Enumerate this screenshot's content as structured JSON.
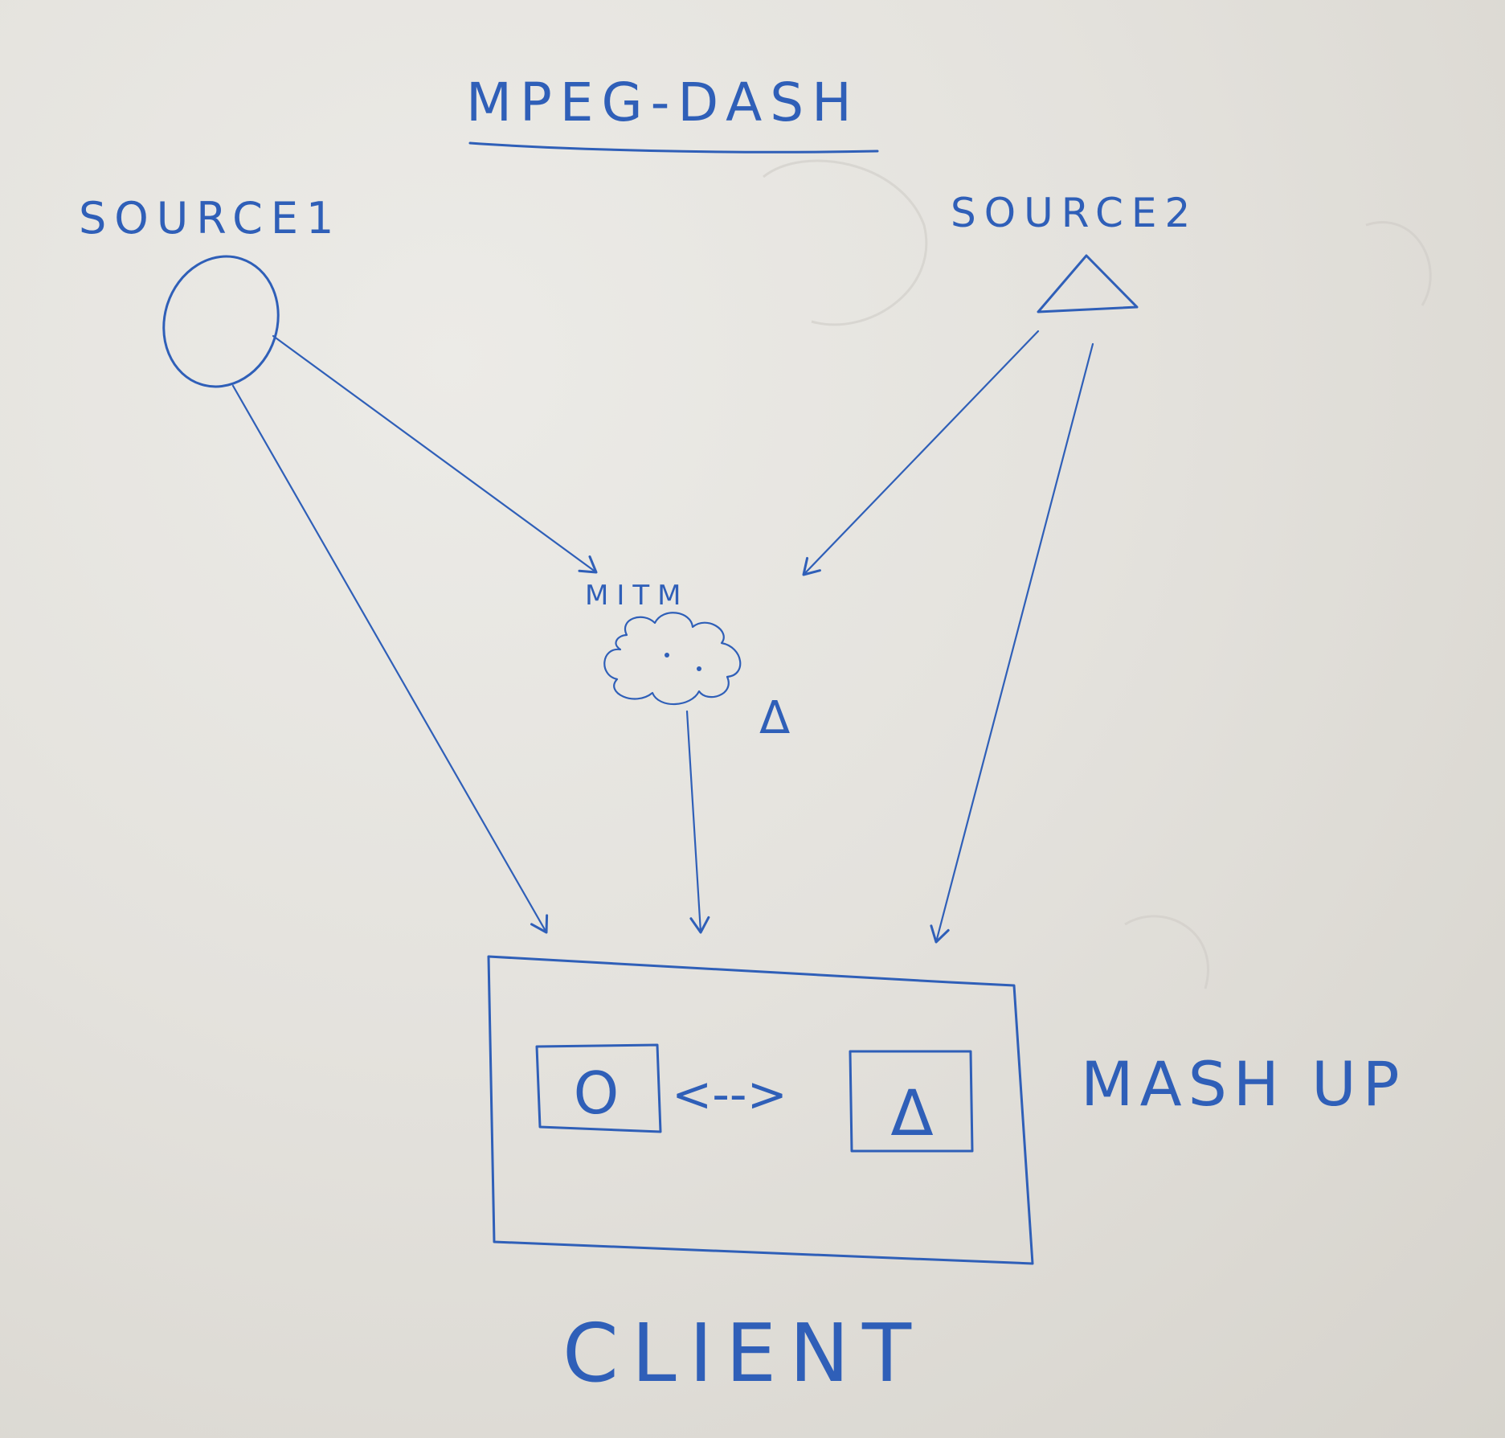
{
  "title": "MPEG-DASH",
  "sources": [
    {
      "label": "SOURCE1",
      "shape": "circle"
    },
    {
      "label": "SOURCE2",
      "shape": "triangle"
    }
  ],
  "mitm": {
    "label": "MITM",
    "shape": "cloud",
    "note_symbol": "Δ"
  },
  "client": {
    "label": "CLIENT",
    "side_label": "MASH UP",
    "left_tile": "O",
    "connector": "<-->",
    "right_tile": "Δ"
  },
  "colors": {
    "ink": "#2f5fb8",
    "board": "#e3e1dc"
  }
}
